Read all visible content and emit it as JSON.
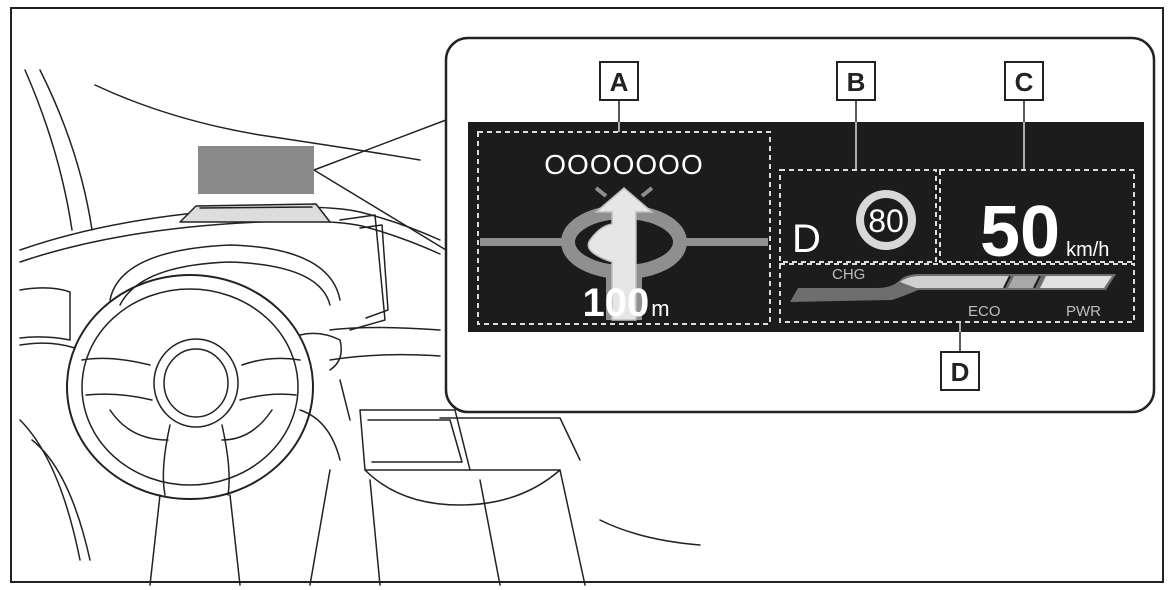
{
  "callouts": {
    "a": "A",
    "b": "B",
    "c": "C",
    "d": "D"
  },
  "navigation": {
    "street_name": "OOOOOOO",
    "distance_value": "100",
    "distance_unit": "m"
  },
  "gear_indicator": "D",
  "speed_limit_sign": "80",
  "speedometer": {
    "value": "50",
    "unit": "km/h"
  },
  "hybrid_indicator": {
    "chg_label": "CHG",
    "eco_label": "ECO",
    "pwr_label": "PWR"
  },
  "colors": {
    "hud_background": "#1c1c1c",
    "hud_text": "#ffffff",
    "line_art": "#222222",
    "glass_projection": "#8a8a8a"
  }
}
